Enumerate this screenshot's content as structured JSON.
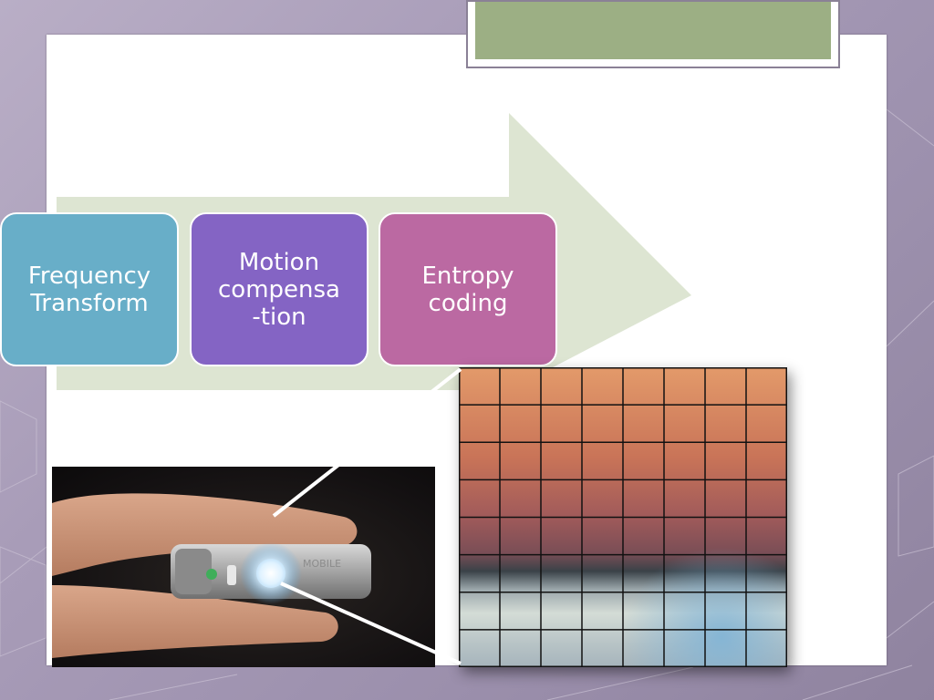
{
  "flow": {
    "freq_line1": "Frequency",
    "freq_line2": "Transform",
    "motion_line1": "Motion",
    "motion_line2": "compensa",
    "motion_line3": "-tion",
    "entropy_line1": "Entropy",
    "entropy_line2": "coding"
  },
  "colors": {
    "frequency_box": "#68aec8",
    "motion_box": "#8464c4",
    "entropy_box": "#bb69a2",
    "arrow": "#dde5d2",
    "title_accent": "#9caf84"
  },
  "icons": {
    "photo": "mobile-phone-flashlight-photo",
    "zoom": "pixel-block-grid"
  },
  "zoom_grid": {
    "columns": 8,
    "rows": 8
  }
}
